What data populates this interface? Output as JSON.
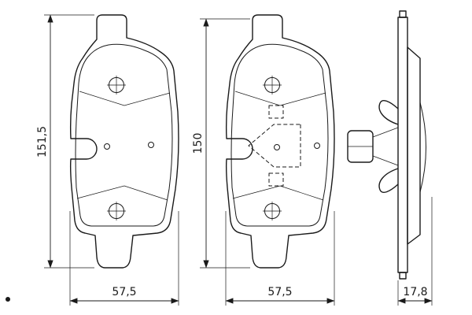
{
  "drawing": {
    "background_color": "#ffffff",
    "line_color": "#1a1a1a",
    "dims": {
      "left_height": "151,5",
      "middle_height": "150",
      "left_width": "57,5",
      "middle_width": "57,5",
      "side_thickness": "17,8"
    }
  }
}
